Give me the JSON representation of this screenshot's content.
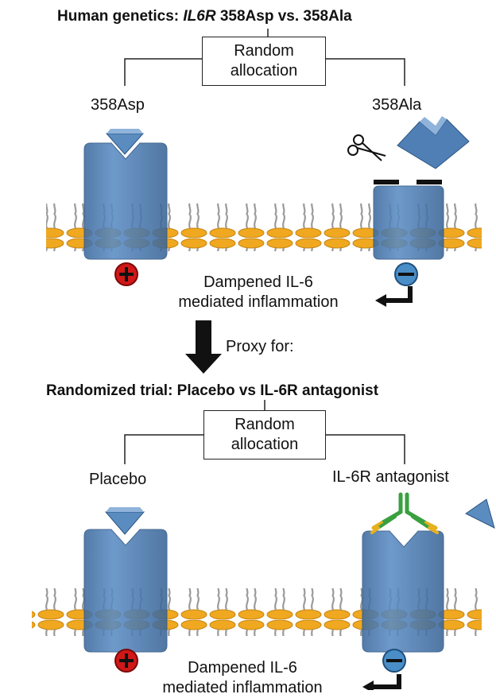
{
  "top": {
    "title_pre": "Human genetics: ",
    "title_gene": "IL6R",
    "title_post": " 358Asp vs. 358Ala",
    "allocation_line1": "Random",
    "allocation_line2": "allocation",
    "left_label": "358Asp",
    "right_label": "358Ala",
    "effect_line1": "Dampened IL-6",
    "effect_line2": "mediated inflammation"
  },
  "proxy_label": "Proxy for:",
  "bottom": {
    "title": "Randomized trial: Placebo vs IL-6R antagonist",
    "allocation_line1": "Random",
    "allocation_line2": "allocation",
    "left_label": "Placebo",
    "right_label": "IL-6R antagonist",
    "effect_line1": "Dampened IL-6",
    "effect_line2": "mediated inflammation"
  },
  "colors": {
    "receptor": "#4f7fb5",
    "ligand": "#5b8cc0",
    "lipid_head": "#f0a820",
    "lipid_tail": "#9a9a9a",
    "plus_sign": "#d01818",
    "minus_sign": "#4a8ec8",
    "antibody_green": "#3aa040",
    "antibody_yellow": "#e6b020"
  },
  "icons": [
    "scissors-icon",
    "plus-icon",
    "minus-icon",
    "down-arrow-icon",
    "return-arrow-icon",
    "antibody-icon"
  ]
}
